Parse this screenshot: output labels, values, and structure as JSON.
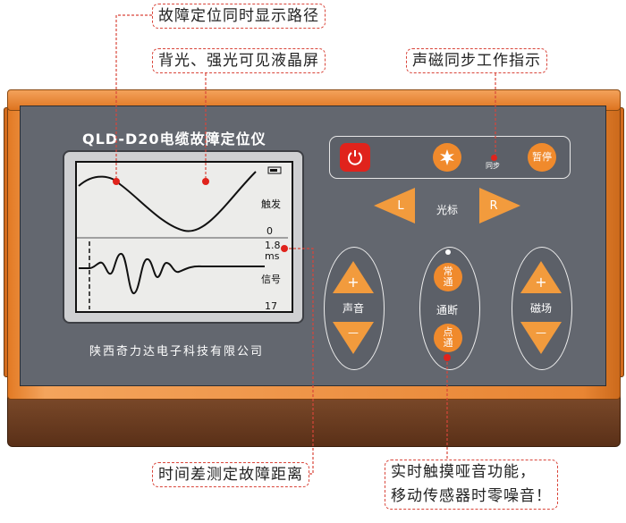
{
  "callouts": {
    "path_display": "故障定位同时显示路径",
    "backlight": "背光、强光可见液晶屏",
    "sync_indicator": "声磁同步工作指示",
    "time_diff": "时间差测定故障距离",
    "realtime_line1": "实时触摸哑音功能，",
    "realtime_line2": "移动传感器时零噪音！"
  },
  "device": {
    "title": "QLD-D20电缆故障定位仪",
    "company": "陕西奇力达电子科技有限公司"
  },
  "lcd": {
    "trigger_label": "触发",
    "zero_label": "0",
    "time_value": "1.8",
    "time_unit": "ms",
    "signal_label": "信号",
    "signal_value": "17"
  },
  "controls": {
    "sync_label": "同步",
    "pause_label": "暂停",
    "cursor_left": "L",
    "cursor_label": "光标",
    "cursor_right": "R",
    "volume_label": "声音",
    "continuity_label": "通断",
    "normal_on_label": "常\n通",
    "point_on_label": "点\n通",
    "magnetic_label": "磁场",
    "plus": "+",
    "minus": "—"
  },
  "colors": {
    "accent_orange": "#f29b3d",
    "callout_border": "#d9453a",
    "power_red": "#e0231c"
  }
}
